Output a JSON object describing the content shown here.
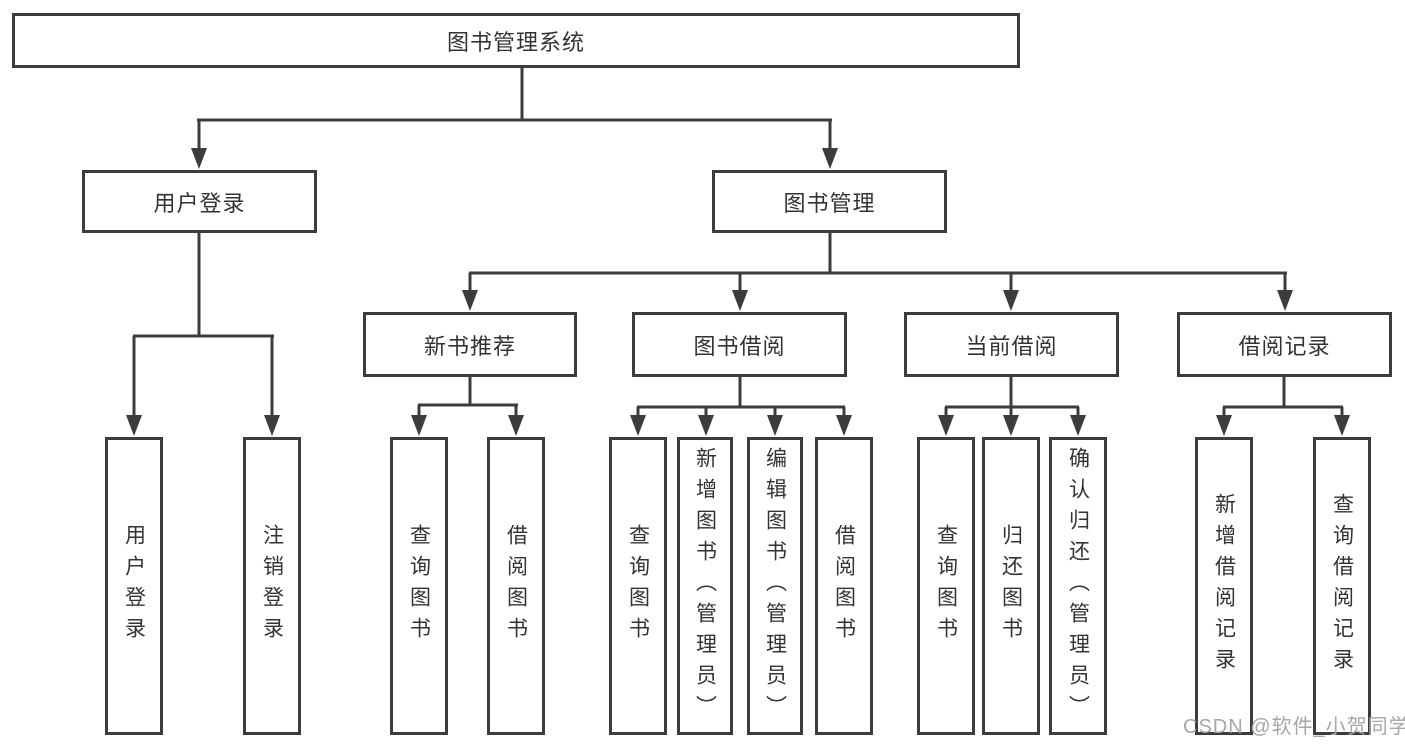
{
  "diagram": {
    "root": {
      "label": "图书管理系统"
    },
    "level2": [
      {
        "label": "用户登录",
        "children": [
          {
            "label": "用户登录"
          },
          {
            "label": "注销登录"
          }
        ]
      },
      {
        "label": "图书管理",
        "children": [
          {
            "label": "新书推荐",
            "children": [
              {
                "label": "查询图书"
              },
              {
                "label": "借阅图书"
              }
            ]
          },
          {
            "label": "图书借阅",
            "children": [
              {
                "label": "查询图书"
              },
              {
                "label": "新增图书（管理员）"
              },
              {
                "label": "编辑图书（管理员）"
              },
              {
                "label": "借阅图书"
              }
            ]
          },
          {
            "label": "当前借阅",
            "children": [
              {
                "label": "查询图书"
              },
              {
                "label": "归还图书"
              },
              {
                "label": "确认归还（管理员）"
              }
            ]
          },
          {
            "label": "借阅记录",
            "children": [
              {
                "label": "新增借阅记录"
              },
              {
                "label": "查询借阅记录"
              }
            ]
          }
        ]
      }
    ]
  },
  "watermark": "CSDN @软件_小贺同学",
  "colors": {
    "line": "#3c3c3c",
    "text": "#333333",
    "watermark": "#a6a6a6",
    "background": "#ffffff"
  }
}
